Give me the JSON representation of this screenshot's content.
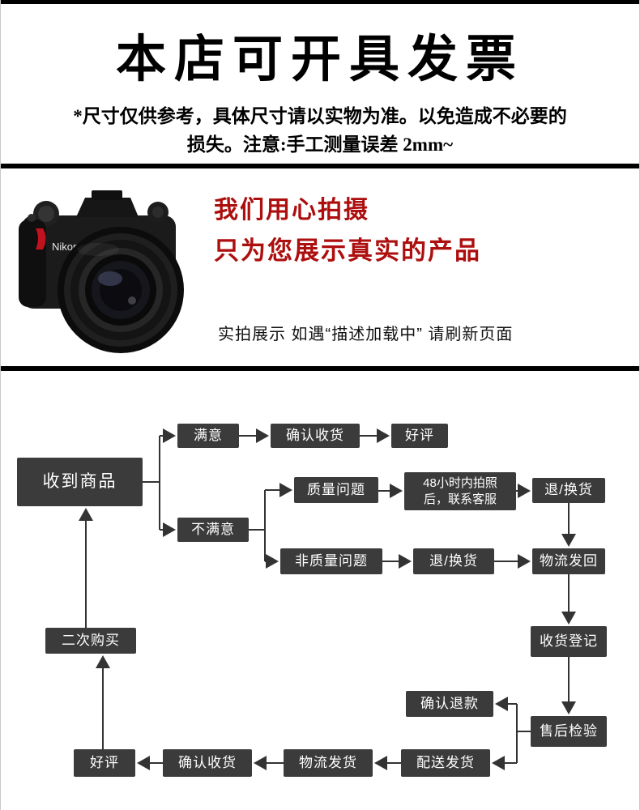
{
  "header": {
    "title": "本店可开具发票",
    "disclaimer_line1": "*尺寸仅供参考，具体尺寸请以实物为准。以免造成不必要的",
    "disclaimer_line2": "损失。注意:手工测量误差 2mm~"
  },
  "promo": {
    "headline_line1": "我们用心拍摄",
    "headline_line2": "只为您展示真实的产品",
    "note": "实拍展示  如遇“描述加载中” 请刷新页面",
    "camera_brand": "Nikon",
    "accent_color": "#ad0e0e"
  },
  "flowchart": {
    "box_color": "#3b3b3b",
    "nodes": {
      "received": "收到商品",
      "satisfied": "满意",
      "confirm_receipt_top": "确认收货",
      "good_review_top": "好评",
      "unsatisfied": "不满意",
      "quality_issue": "质量问题",
      "photo_48h_line1": "48小时内拍照",
      "photo_48h_line2": "后，联系客服",
      "return_exchange_right": "退/换货",
      "non_quality_issue": "非质量问题",
      "return_exchange_mid": "退/换货",
      "logistics_return": "物流发回",
      "repurchase": "二次购买",
      "receipt_register": "收货登记",
      "confirm_refund": "确认退款",
      "aftersale_check": "售后检验",
      "dispatch": "配送发货",
      "logistics_ship": "物流发货",
      "confirm_receipt_bottom": "确认收货",
      "good_review_bottom": "好评"
    }
  }
}
